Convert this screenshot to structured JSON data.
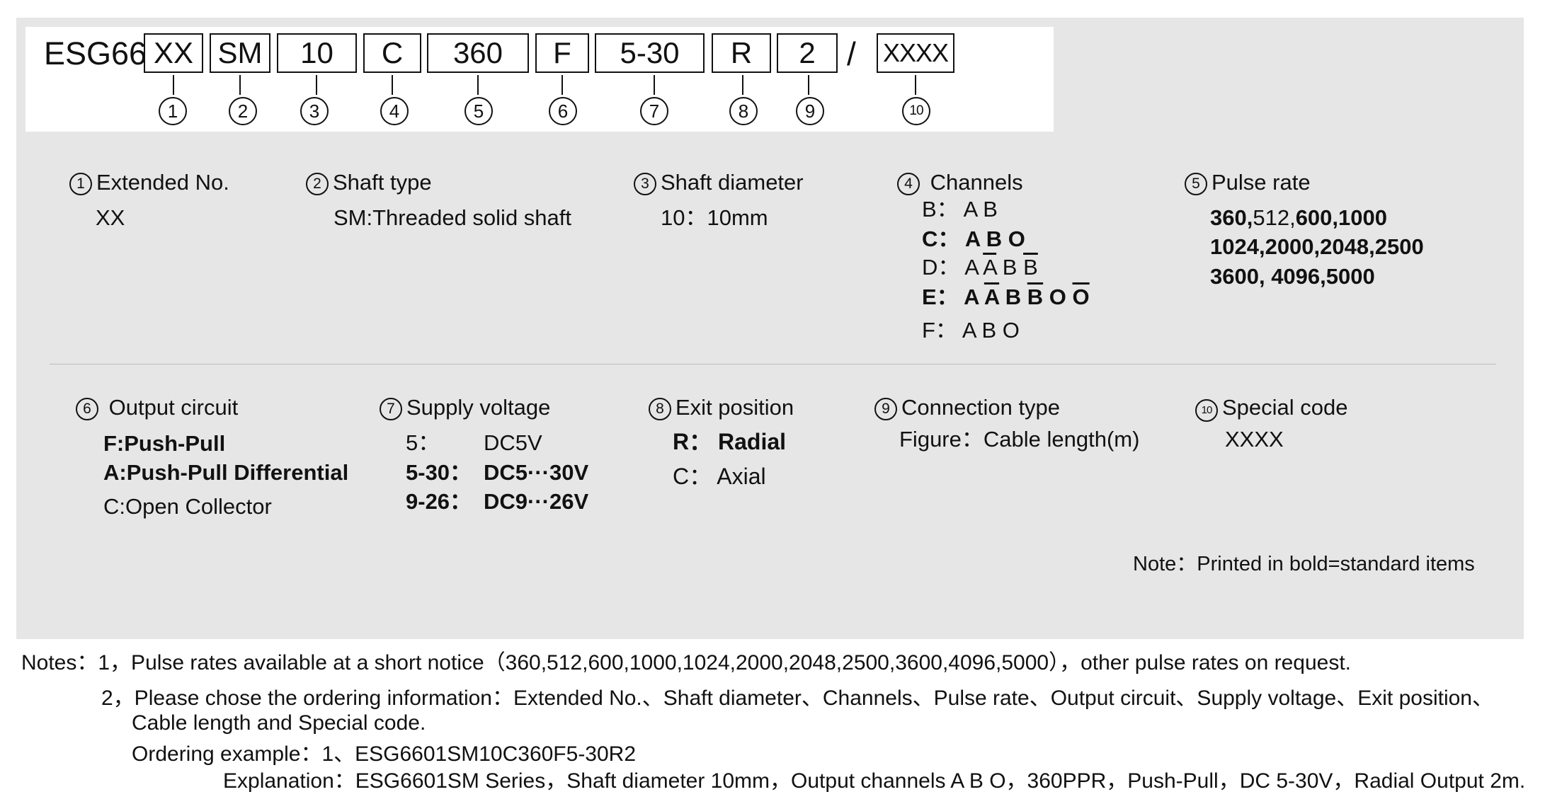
{
  "code": {
    "prefix": "ESG66",
    "segments": [
      "XX",
      "SM",
      "10",
      "C",
      "360",
      "F",
      "5-30",
      "R",
      "2",
      "XXXX"
    ],
    "separator": "/",
    "markers": [
      "1",
      "2",
      "3",
      "4",
      "5",
      "6",
      "7",
      "8",
      "9",
      "10"
    ]
  },
  "fields": {
    "extended_no": {
      "marker": "1",
      "title": "Extended No.",
      "value": "XX"
    },
    "shaft_type": {
      "marker": "2",
      "title": "Shaft type",
      "value": "SM:Threaded solid shaft"
    },
    "shaft_diameter": {
      "marker": "3",
      "title": "Shaft diameter",
      "value": "10：10mm"
    },
    "channels": {
      "marker": "4",
      "title": "Channels",
      "options": [
        {
          "code": "B：",
          "bold": false,
          "parts": [
            "A",
            "B"
          ],
          "overline": [
            false,
            false
          ]
        },
        {
          "code": "C：",
          "bold": true,
          "parts": [
            "A",
            "B",
            "O"
          ],
          "overline": [
            false,
            false,
            false
          ]
        },
        {
          "code": "D：",
          "bold": false,
          "parts": [
            "A",
            "A",
            "B",
            "B"
          ],
          "overline": [
            false,
            true,
            false,
            true
          ]
        },
        {
          "code": "E：",
          "bold": true,
          "parts": [
            "A",
            "A",
            "B",
            "B",
            "O",
            "O"
          ],
          "overline": [
            false,
            true,
            false,
            true,
            false,
            true
          ]
        },
        {
          "code": "F：",
          "bold": false,
          "parts": [
            "A",
            "B",
            "O"
          ],
          "overline": [
            false,
            false,
            false
          ]
        }
      ]
    },
    "pulse_rate": {
      "marker": "5",
      "title": "Pulse rate",
      "lines": [
        [
          {
            "t": "360,",
            "b": true
          },
          {
            "t": "512,",
            "b": false
          },
          {
            "t": "600,1000",
            "b": true
          }
        ],
        [
          {
            "t": "1024,2000,2048,2500",
            "b": true
          }
        ],
        [
          {
            "t": "3600, 4096,5000",
            "b": true
          }
        ]
      ]
    },
    "output_circuit": {
      "marker": "6",
      "title": "Output circuit",
      "options": [
        {
          "text": "F:Push-Pull",
          "bold": true
        },
        {
          "text": "A:Push-Pull Differential",
          "bold": true
        },
        {
          "text": "C:Open Collector",
          "bold": false
        }
      ]
    },
    "supply_voltage": {
      "marker": "7",
      "title": "Supply voltage",
      "options": [
        {
          "code": "5：",
          "value": "DC5V",
          "bold": false
        },
        {
          "code": "5-30：",
          "value": "DC5···30V",
          "bold": true
        },
        {
          "code": "9-26：",
          "value": "DC9···26V",
          "bold": true
        }
      ]
    },
    "exit_position": {
      "marker": "8",
      "title": "Exit position",
      "options": [
        {
          "code": "R：",
          "value": "Radial",
          "bold": true
        },
        {
          "code": "C：",
          "value": "Axial",
          "bold": false
        }
      ]
    },
    "connection_type": {
      "marker": "9",
      "title": "Connection type",
      "value": "Figure：Cable length(m)"
    },
    "special_code": {
      "marker": "10",
      "title": "Special code",
      "value": "XXXX"
    }
  },
  "legend_note": "Note：Printed in bold=standard items",
  "notes": {
    "line1": "Notes：1，Pulse rates available at a short notice（360,512,600,1000,1024,2000,2048,2500,3600,4096,5000），other pulse rates on request.",
    "line2": "2，Please chose the ordering information：Extended No.、Shaft diameter、Channels、Pulse rate、Output circuit、Supply voltage、Exit position、",
    "line3": "Cable length and Special code.",
    "example": "Ordering example：1、ESG6601SM10C360F5-30R2",
    "explanation": "Explanation：ESG6601SM Series，Shaft diameter 10mm，Output channels A B O，360PPR，Push-Pull，DC 5-30V，Radial Output 2m."
  }
}
